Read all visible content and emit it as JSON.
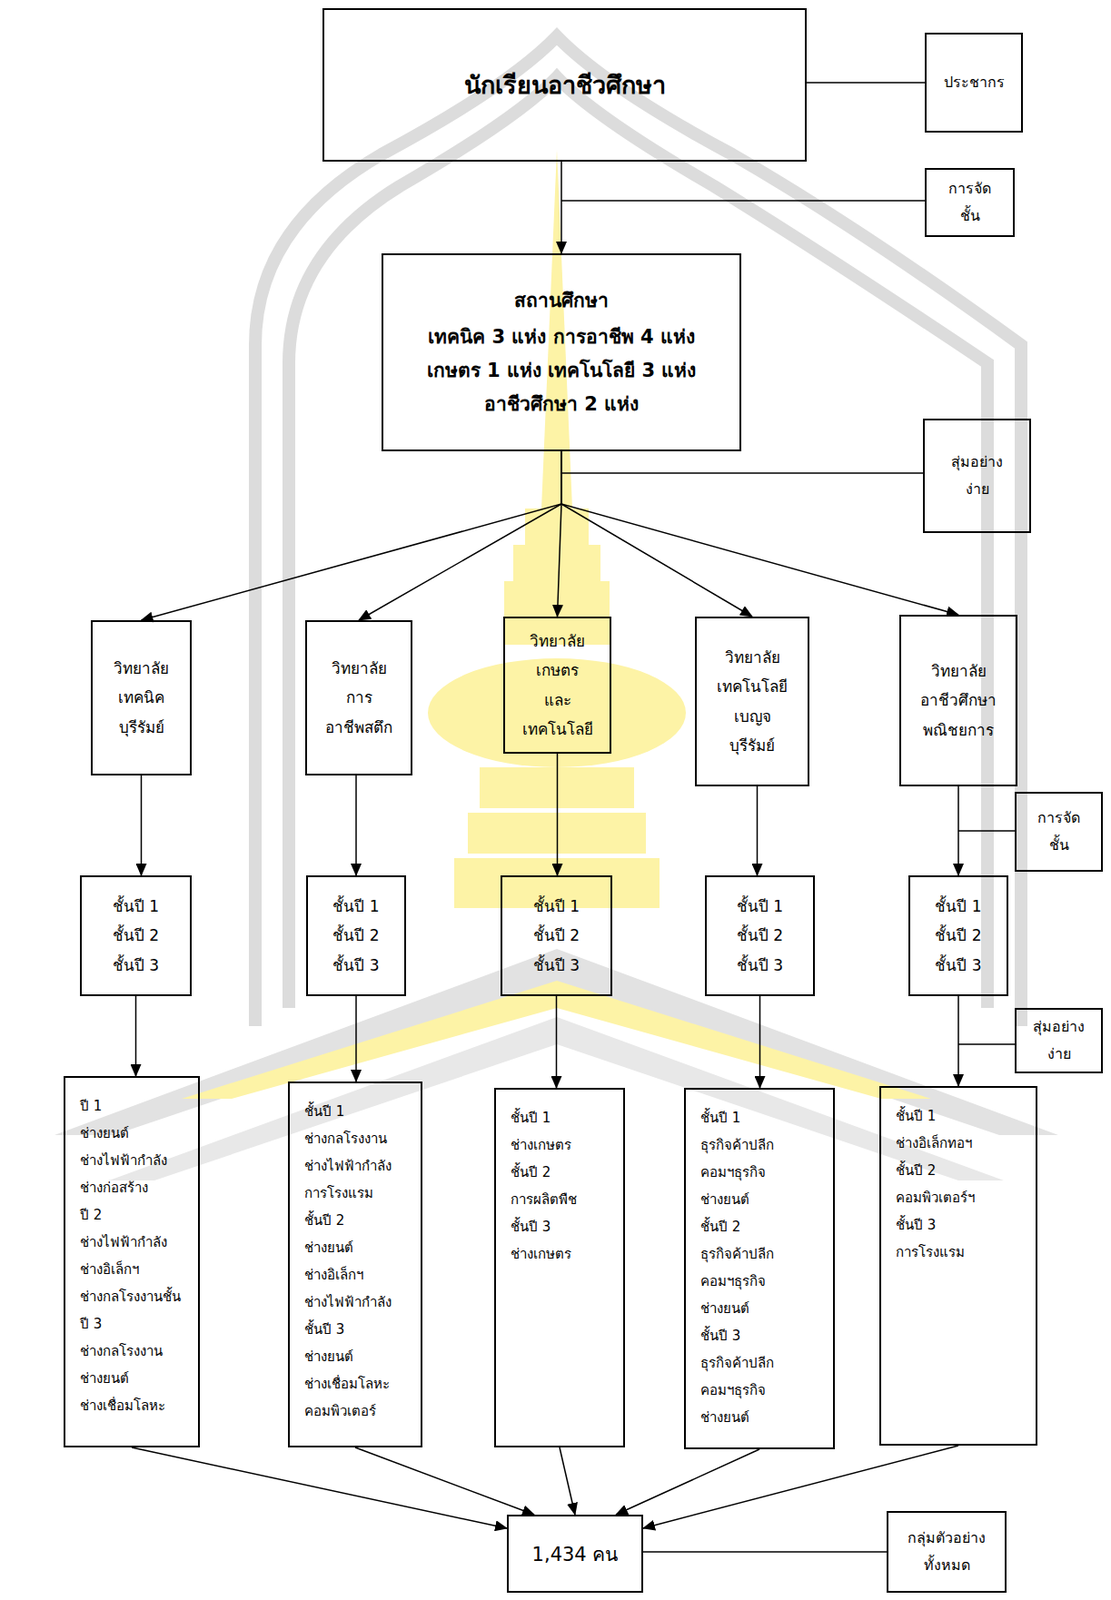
{
  "diagram": {
    "nodes": [
      {
        "text": [
          "นักเรียนอาชีวศึกษา"
        ]
      },
      {
        "text": [
          "ประชากร"
        ]
      },
      {
        "text": [
          "การจัด ชั้น"
        ]
      },
      {
        "text": [
          "สถานศึกษา",
          "เทคนิค 3 แห่ง การอาชีพ 4 แห่ง",
          "เกษตร 1 แห่ง เทคโนโลยี 3 แห่ง",
          "อาชีวศึกษา 2 แห่ง"
        ]
      },
      {
        "text": [
          "สุ่มอย่าง ง่าย"
        ]
      },
      {
        "text": [
          "วิทยาลัย เทคนิค บุรีรัมย์"
        ]
      },
      {
        "text": [
          "วิทยาลัย การ อาชีพสตึก"
        ]
      },
      {
        "text": [
          "วิทยาลัย เกษตร และ เทคโนโลยี"
        ]
      },
      {
        "text": [
          "วิทยาลัย เทคโนโลยี เบญจ บุรีรัมย์"
        ]
      },
      {
        "text": [
          "วิทยาลัย อาชีวศึกษา พณิชยการ"
        ]
      },
      {
        "text": [
          "การจัด ชั้น"
        ]
      },
      {
        "text": [
          "ชั้นปี 1",
          "ชั้นปี 2",
          "ชั้นปี 3"
        ]
      },
      {
        "text": [
          "ชั้นปี 1",
          "ชั้นปี 2",
          "ชั้นปี 3"
        ]
      },
      {
        "text": [
          "ชั้นปี 1",
          "ชั้นปี 2",
          "ชั้นปี 3"
        ]
      },
      {
        "text": [
          "ชั้นปี 1",
          "ชั้นปี 2",
          "ชั้นปี 3"
        ]
      },
      {
        "text": [
          "ชั้นปี 1",
          "ชั้นปี 2",
          "ชั้นปี 3"
        ]
      },
      {
        "text": [
          "สุ่มอย่าง ง่าย"
        ]
      },
      {
        "text": [
          "ปี 1",
          "ช่างยนต์",
          "ช่างไฟฟ้ากำลัง",
          "ช่างก่อสร้าง",
          "ปี 2",
          "ช่างไฟฟ้ากำลัง",
          "ช่างอิเล็กฯ",
          "ช่างกลโรงงานชั้น",
          "ปี 3",
          "ช่างกลโรงงาน",
          "ช่างยนต์",
          "ช่างเชื่อมโลหะ"
        ]
      },
      {
        "text": [
          "ชั้นปี 1",
          "ช่างกลโรงงาน",
          "ช่างไฟฟ้ากำลัง",
          "การโรงแรม",
          "ชั้นปี 2",
          "ช่างยนต์",
          "ช่างอิเล็กฯ",
          "ช่างไฟฟ้ากำลัง",
          "ชั้นปี 3",
          "ช่างยนต์",
          "ช่างเชื่อมโลหะ",
          "คอมพิวเตอร์"
        ]
      },
      {
        "text": [
          "ชั้นปี 1",
          "ช่างเกษตร",
          "ชั้นปี 2",
          "การผลิตพืช",
          "ชั้นปี 3",
          "ช่างเกษตร"
        ]
      },
      {
        "text": [
          "ชั้นปี 1",
          "ธุรกิจค้าปลีก",
          "คอมฯธุรกิจ",
          "ช่างยนต์",
          "ชั้นปี 2",
          "ธุรกิจค้าปลีก",
          "คอมฯธุรกิจ",
          "ช่างยนต์",
          "ชั้นปี 3",
          "ธุรกิจค้าปลีก",
          "คอมฯธุรกิจ",
          "ช่างยนต์"
        ]
      },
      {
        "text": [
          "ชั้นปี 1",
          "ช่างอิเล็กทอฯ",
          "ชั้นปี 2",
          "คอมพิวเตอร์ฯ",
          "ชั้นปี 3",
          "การโรงแรม"
        ]
      },
      {
        "text": [
          "1,434 คน"
        ]
      },
      {
        "text": [
          "กลุ่มตัวอย่าง ทั้งหมด"
        ]
      }
    ],
    "edges": [
      {
        "from": 0,
        "to": 1,
        "arrow": "none"
      },
      {
        "from": 0,
        "to": 3,
        "arrow": "to"
      },
      {
        "from": 3,
        "to": 5,
        "arrow": "to"
      },
      {
        "from": 3,
        "to": 6,
        "arrow": "to"
      },
      {
        "from": 3,
        "to": 7,
        "arrow": "to"
      },
      {
        "from": 3,
        "to": 8,
        "arrow": "to"
      },
      {
        "from": 3,
        "to": 9,
        "arrow": "to"
      },
      {
        "from": 5,
        "to": 11,
        "arrow": "to"
      },
      {
        "from": 6,
        "to": 12,
        "arrow": "to"
      },
      {
        "from": 7,
        "to": 13,
        "arrow": "to"
      },
      {
        "from": 8,
        "to": 14,
        "arrow": "to"
      },
      {
        "from": 9,
        "to": 15,
        "arrow": "to"
      },
      {
        "from": 11,
        "to": 17,
        "arrow": "to"
      },
      {
        "from": 12,
        "to": 18,
        "arrow": "to"
      },
      {
        "from": 13,
        "to": 19,
        "arrow": "to"
      },
      {
        "from": 14,
        "to": 20,
        "arrow": "to"
      },
      {
        "from": 15,
        "to": 21,
        "arrow": "to"
      },
      {
        "from": 17,
        "to": 22,
        "arrow": "to"
      },
      {
        "from": 18,
        "to": 22,
        "arrow": "to"
      },
      {
        "from": 19,
        "to": 22,
        "arrow": "to"
      },
      {
        "from": 20,
        "to": 22,
        "arrow": "to"
      },
      {
        "from": 21,
        "to": 22,
        "arrow": "to"
      },
      {
        "from": 22,
        "to": 23,
        "arrow": "none"
      }
    ]
  }
}
